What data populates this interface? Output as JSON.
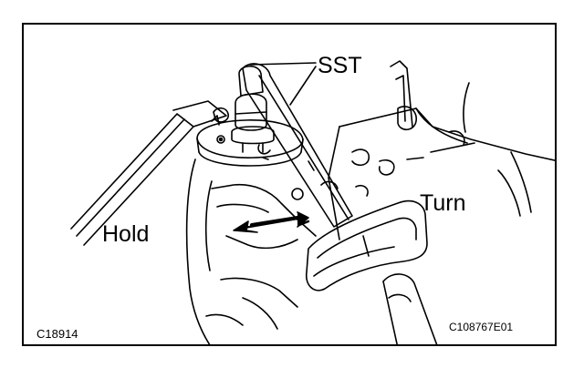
{
  "labels": {
    "sst": "SST",
    "turn": "Turn",
    "hold": "Hold"
  },
  "figure_codes": {
    "left": "C18914",
    "right": "C108767E01"
  }
}
